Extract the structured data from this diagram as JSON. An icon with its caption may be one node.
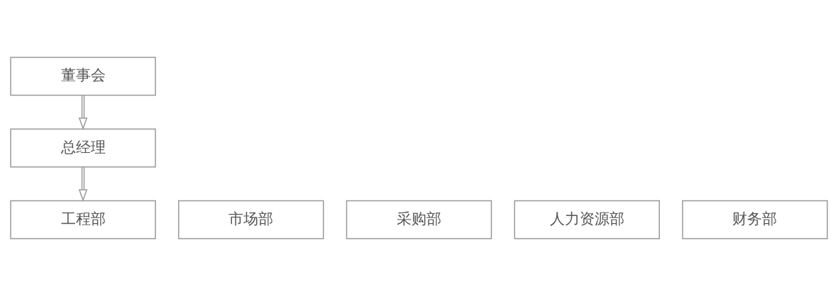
{
  "diagram": {
    "nodes": [
      {
        "text": [
          "董事会"
        ]
      },
      {
        "text": [
          "总经理"
        ]
      },
      {
        "text": [
          "市场部"
        ]
      },
      {
        "text": [
          "采购部"
        ]
      },
      {
        "text": [
          "工程部"
        ]
      },
      {
        "text": [
          "人力资源部"
        ]
      },
      {
        "text": [
          "财务部"
        ]
      }
    ],
    "edges": [
      {
        "from": 0,
        "to": 1,
        "arrow": "to"
      },
      {
        "from": 1,
        "to": 4,
        "arrow": "to"
      }
    ]
  }
}
